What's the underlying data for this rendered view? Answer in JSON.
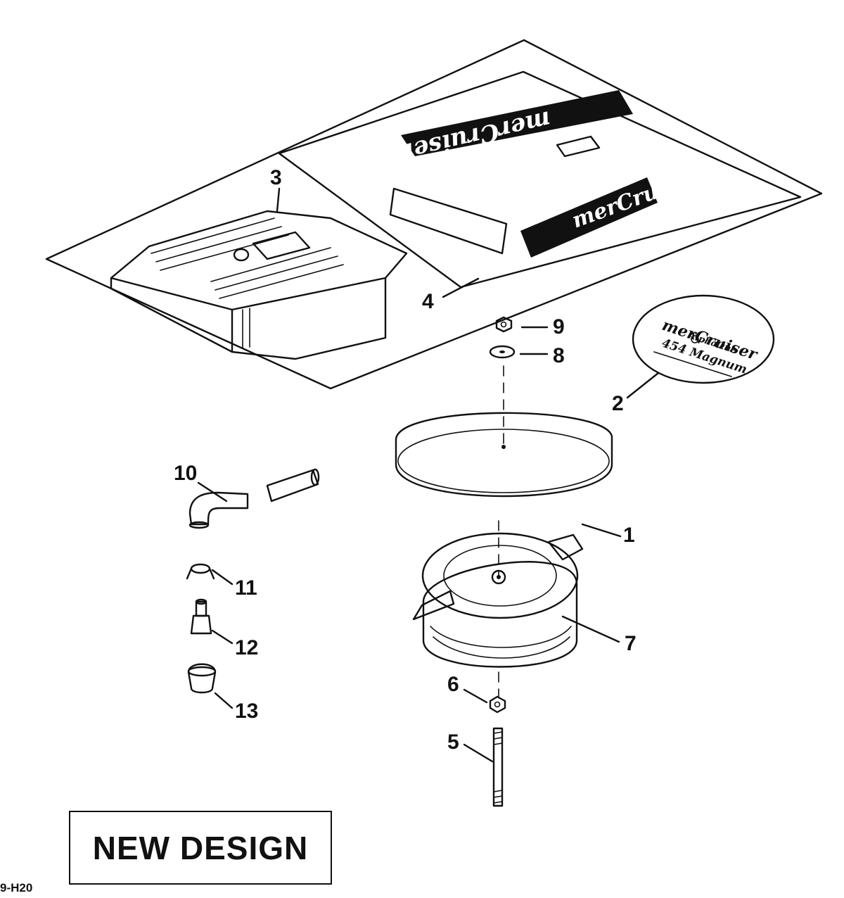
{
  "callouts": {
    "c1": "1",
    "c2": "2",
    "c3": "3",
    "c4": "4",
    "c5": "5",
    "c6": "6",
    "c7": "7",
    "c8": "8",
    "c9": "9",
    "c10": "10",
    "c11": "11",
    "c12": "12",
    "c13": "13"
  },
  "decals": {
    "logo_top": "merCruiser",
    "logo_bottom": "merCruiser",
    "round_line1": "merCruiser",
    "round_line2": "AlphaOne",
    "round_line3": "454 Magnum"
  },
  "banner": {
    "label": "NEW DESIGN"
  },
  "drawing_code": "9-H20"
}
